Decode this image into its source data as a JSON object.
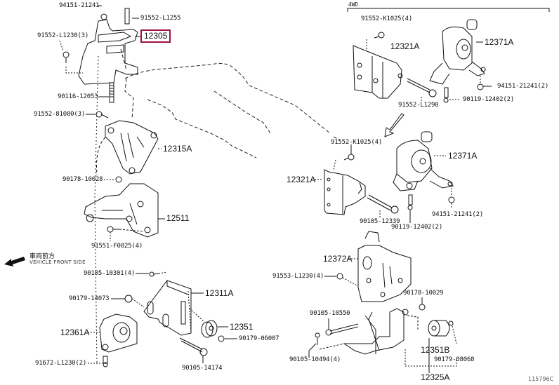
{
  "diagram": {
    "title": "Engine Mounting Parts",
    "highlighted_part": "12305",
    "highlight_color": "#a01040",
    "section_label_4wd": "4WD",
    "vehicle_front_jp": "車両前方",
    "vehicle_front_en": "VEHICLE FRONT SIDE",
    "reference_code": "115796C",
    "labels": {
      "p94151_21241": "94151-21241",
      "p91552_L1255": "91552-L1255",
      "p91552_L1230_3": "91552-L1230(3)",
      "p12305": "12305",
      "p90116_12053": "90116-12053",
      "p91552_81080_3": "91552-81080(3)",
      "p12315A": "12315A",
      "p90178_10028": "90178-10028",
      "p12511": "12511",
      "p91551_F0825_4": "91551-F0825(4)",
      "p90105_10301_4": "90105-10301(4)",
      "p90179_14073": "90179-14073",
      "p12311A": "12311A",
      "p12361A": "12361A",
      "p12351": "12351",
      "p90179_06007": "90179-06007",
      "p91672_L1230_2": "91672-L1230(2)",
      "p90105_14174": "90105-14174",
      "p4wd_91552_K1025_4": "91552-K1025(4)",
      "p4wd_12321A": "12321A",
      "p4wd_12371A": "12371A",
      "p4wd_94151_21241_2": "94151-21241(2)",
      "p4wd_90119_12402_2": "90119-12402(2)",
      "p4wd_91552_L1290": "91552-L1290",
      "p91552_K1025_4": "91552-K1025(4)",
      "p12321A": "12321A",
      "p12371A": "12371A",
      "p90105_12339": "90105-12339",
      "p90119_12402_2": "90119-12402(2)",
      "p94151_21241_2": "94151-21241(2)",
      "p12372A": "12372A",
      "p91553_L1230_4": "91553-L1230(4)",
      "p90178_10029": "90178-10029",
      "p90105_10550": "90105-10550",
      "p90105_10494_4": "90105-10494(4)",
      "p12351B": "12351B",
      "p90179_08068": "90179-08068",
      "p12325A": "12325A"
    }
  }
}
